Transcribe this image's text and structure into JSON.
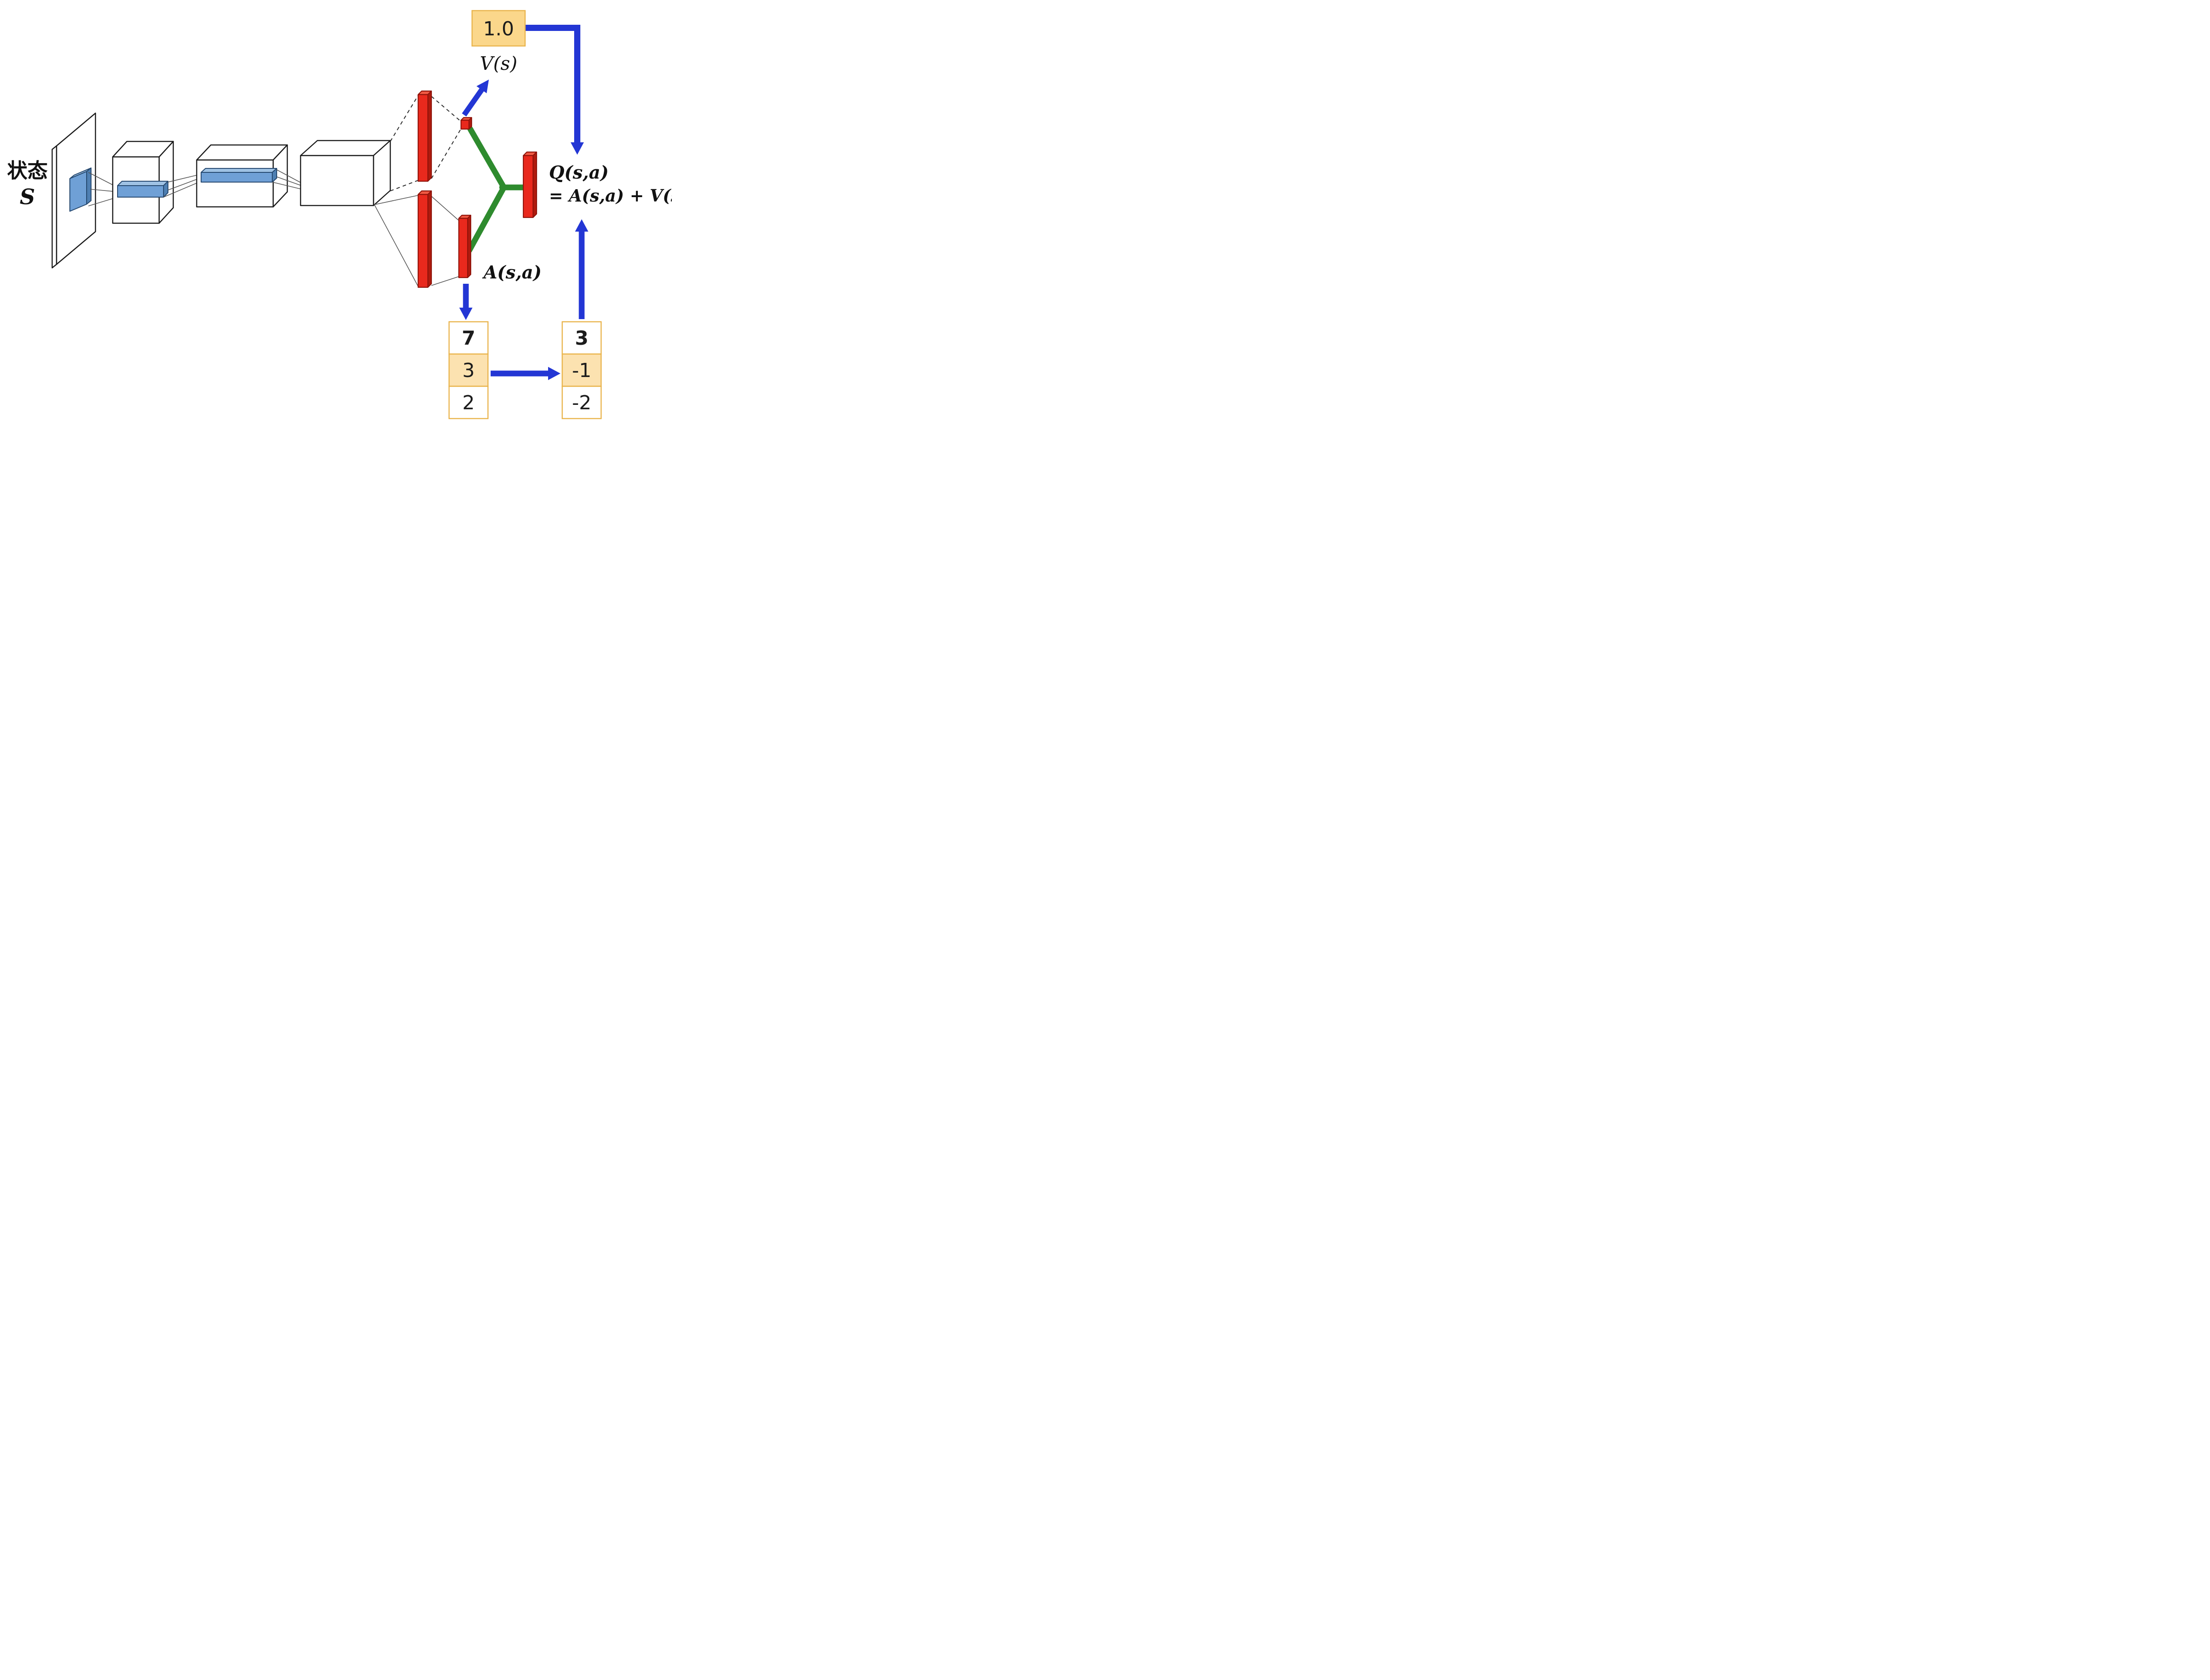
{
  "diagram": {
    "state_label": {
      "line1": "状态",
      "line2": "S"
    },
    "value_head": {
      "scalar": "1.0",
      "label": "V(s)"
    },
    "advantage_head": {
      "label": "A(s,a)"
    },
    "q_output": {
      "line1": "Q(s,a)",
      "line2": "= A(s,a) + V(s)"
    },
    "advantage_table": {
      "values": [
        "7",
        "3",
        "2"
      ],
      "highlighted_row": 1
    },
    "q_table": {
      "values": [
        "3",
        "-1",
        "-2"
      ],
      "highlighted_row": 1
    },
    "colors": {
      "arrow_blue": "#2336D4",
      "bar_red": "#E9291D",
      "merge_green": "#2E8B2E",
      "conv_blue": "#6FA0D6",
      "box_yellow": "#FBD78B",
      "table_border": "#E9B44C"
    }
  }
}
